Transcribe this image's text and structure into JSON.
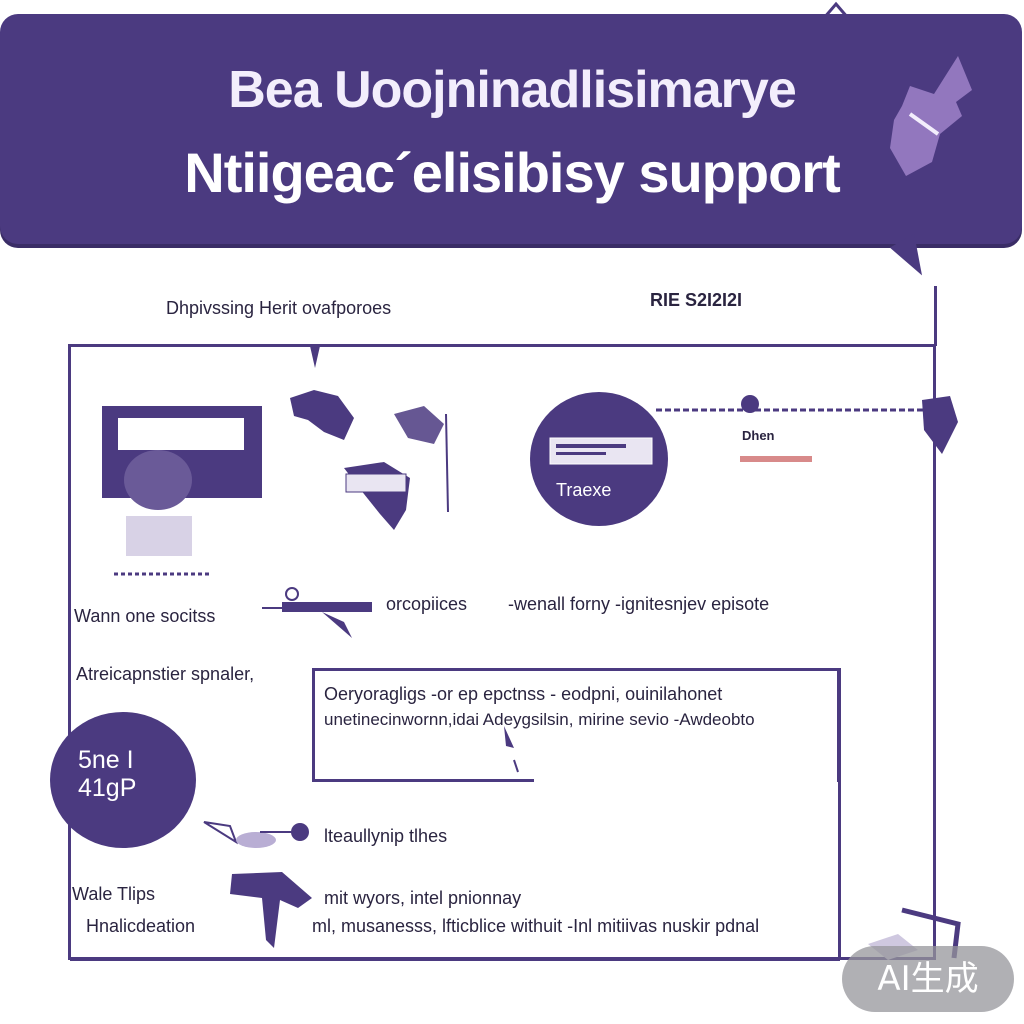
{
  "banner": {
    "line1": "Bea Uoojninadlisimarye",
    "line2": "Ntiigeac´elisibisy support"
  },
  "labels": {
    "intro": "Dhpivssing Herit ovafporoes",
    "ref": "RIE S2I2I2I",
    "row1_left": "Wann one socitss",
    "row1_mid": "orcopiices",
    "row1_right": "-wenall forny -ignitesnjev episote",
    "row2_left": "Atreicapnstier spnaler,",
    "quote_line1": "Oeryoragligs   -or ep   epctnss -  eodpni, ouinilahonet",
    "quote_line2": "unetinecinwornn,idai Adeygsilsin,  mirine sevio  -Awdeobto",
    "circle_small_line1": "5ne I",
    "circle_small_line2": "41gP",
    "row3": "lteaullynip tlhes",
    "tips_title": "Wale Tlips",
    "tips_sub": "Hnalicdeation",
    "tips_mid": "mit wyors, intel pnionnay",
    "tips_right": "ml, musanesss, lfticblice withuit   -Inl mitiivas nuskir pdnal",
    "circle_big_label": "Traexe",
    "widget_label": "Dhen",
    "watermark": "AI生成"
  },
  "colors": {
    "primary": "#4b3a80",
    "text": "#2a2440",
    "background": "#ffffff"
  },
  "icons": [
    "pointing-hand-icon",
    "ornament-icon",
    "world-map-icon",
    "drone-icon",
    "key-icon",
    "hand-icon",
    "certificate-icon"
  ]
}
